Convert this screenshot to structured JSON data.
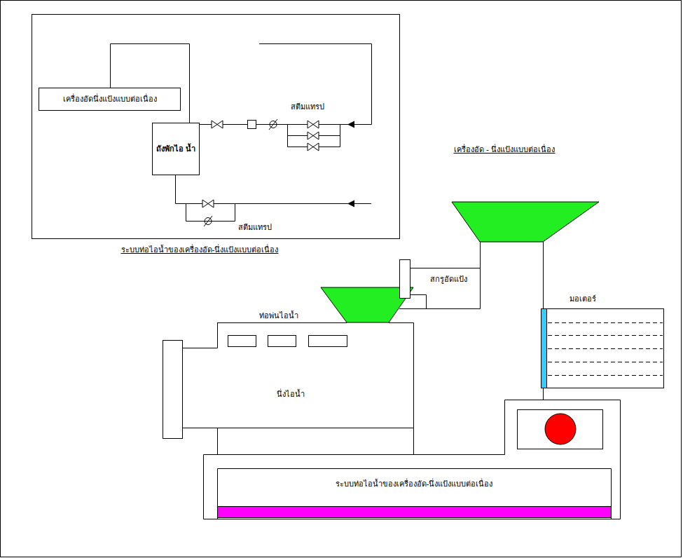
{
  "diagram": {
    "title": "เครื่องอัด - นึ่งแป้งแบบต่อเนื่อง",
    "caption": "ระบบท่อไอน้ำของเครื่องอัด-นึ่งแป้งแบบต่อเนื่อง",
    "nodes": [
      {
        "text": [
          "เครื่องอัดนึ่งแป้งแบบต่อเนื่อง"
        ]
      },
      {
        "text": [
          "ถังพักไอ น้ำ"
        ]
      }
    ],
    "edges": [
      {
        "from": 0,
        "to": 1,
        "arrow": "none"
      }
    ],
    "labels": [
      "สตีมแทรป",
      "สตีมแทรป",
      "สกรูอัดแป้ง",
      "มอเตอร์",
      "ท่อพ่นไอน้ำ",
      "นึ่งไอน้ำ",
      "ระบบท่อไอน้ำของเครื่องอัด-นึ่งแป้งแบบต่อเนื่อง"
    ]
  }
}
